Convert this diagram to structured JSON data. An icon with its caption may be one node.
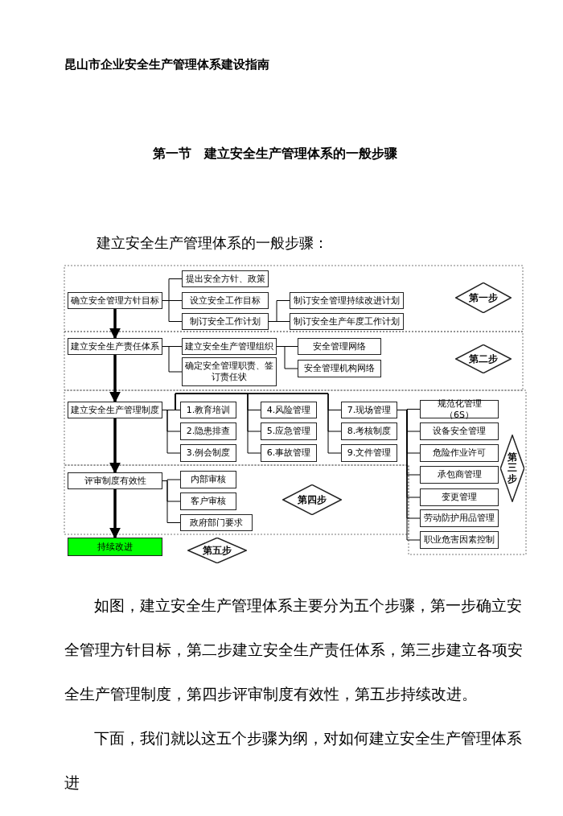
{
  "diagram": {
    "title": "昆山市企业安全生产管理体系建设指南",
    "nodes": [
      {
        "text": [
          "确立安全管理方针目标"
        ]
      },
      {
        "text": [
          "提出安全方针、政策"
        ]
      },
      {
        "text": [
          "设立安全工作目标"
        ]
      },
      {
        "text": [
          "制订安全工作计划"
        ]
      },
      {
        "text": [
          "制订安全管理持续改进计划"
        ]
      },
      {
        "text": [
          "制订安全生产年度工作计划"
        ]
      },
      {
        "text": [
          "第一步"
        ]
      },
      {
        "text": [
          "建立安全生产责任体系"
        ]
      },
      {
        "text": [
          "建立安全生产管理组织"
        ]
      },
      {
        "text": [
          "安全管理网络"
        ]
      },
      {
        "text": [
          "确定安全管理职责、签订责任状"
        ]
      },
      {
        "text": [
          "安全管理机构网络"
        ]
      },
      {
        "text": [
          "第二步"
        ]
      },
      {
        "text": [
          "建立安全生产管理制度"
        ]
      },
      {
        "text": [
          "1.教育培训"
        ]
      },
      {
        "text": [
          "4.风险管理"
        ]
      },
      {
        "text": [
          "7.现场管理"
        ]
      },
      {
        "text": [
          "规范化管理（6S）"
        ]
      },
      {
        "text": [
          "2.隐患排查"
        ]
      },
      {
        "text": [
          "5.应急管理"
        ]
      },
      {
        "text": [
          "8.考核制度"
        ]
      },
      {
        "text": [
          "设备安全管理"
        ]
      },
      {
        "text": [
          "3.例会制度"
        ]
      },
      {
        "text": [
          "6.事故管理"
        ]
      },
      {
        "text": [
          "9.文件管理"
        ]
      },
      {
        "text": [
          "危险作业许可"
        ]
      },
      {
        "text": [
          "第三步"
        ]
      },
      {
        "text": [
          "承包商管理"
        ]
      },
      {
        "text": [
          "评审制度有效性"
        ]
      },
      {
        "text": [
          "内部审核"
        ]
      },
      {
        "text": [
          "客户审核"
        ]
      },
      {
        "text": [
          "政府部门要求"
        ]
      },
      {
        "text": [
          "第四步"
        ]
      },
      {
        "text": [
          "变更管理"
        ]
      },
      {
        "text": [
          "劳动防护用品管理"
        ]
      },
      {
        "text": [
          "职业危害因素控制"
        ]
      },
      {
        "text": [
          "持续改进"
        ]
      },
      {
        "text": [
          "第五步"
        ]
      }
    ],
    "edges": [
      {
        "from": 0,
        "to": 1,
        "arrow": "none"
      },
      {
        "from": 0,
        "to": 2,
        "arrow": "none"
      },
      {
        "from": 0,
        "to": 3,
        "arrow": "none"
      },
      {
        "from": 3,
        "to": 4,
        "arrow": "none"
      },
      {
        "from": 3,
        "to": 5,
        "arrow": "none"
      },
      {
        "from": 0,
        "to": 7,
        "arrow": "to",
        "style": "thick"
      },
      {
        "from": 7,
        "to": 8,
        "arrow": "none"
      },
      {
        "from": 7,
        "to": 10,
        "arrow": "none"
      },
      {
        "from": 8,
        "to": 9,
        "arrow": "none"
      },
      {
        "from": 8,
        "to": 11,
        "arrow": "none"
      },
      {
        "from": 7,
        "to": 13,
        "arrow": "to",
        "style": "thick"
      },
      {
        "from": 13,
        "to": 14,
        "arrow": "none"
      },
      {
        "from": 13,
        "to": 18,
        "arrow": "none"
      },
      {
        "from": 13,
        "to": 22,
        "arrow": "none"
      },
      {
        "from": 13,
        "to": 15,
        "arrow": "none"
      },
      {
        "from": 13,
        "to": 19,
        "arrow": "none"
      },
      {
        "from": 13,
        "to": 23,
        "arrow": "none"
      },
      {
        "from": 13,
        "to": 16,
        "arrow": "none"
      },
      {
        "from": 13,
        "to": 20,
        "arrow": "none"
      },
      {
        "from": 13,
        "to": 24,
        "arrow": "none"
      },
      {
        "from": 16,
        "to": 17,
        "arrow": "none"
      },
      {
        "from": 16,
        "to": 21,
        "arrow": "none"
      },
      {
        "from": 16,
        "to": 25,
        "arrow": "none"
      },
      {
        "from": 16,
        "to": 27,
        "arrow": "none"
      },
      {
        "from": 16,
        "to": 33,
        "arrow": "none"
      },
      {
        "from": 16,
        "to": 34,
        "arrow": "none"
      },
      {
        "from": 16,
        "to": 35,
        "arrow": "none"
      },
      {
        "from": 13,
        "to": 28,
        "arrow": "to",
        "style": "thick"
      },
      {
        "from": 28,
        "to": 29,
        "arrow": "none"
      },
      {
        "from": 28,
        "to": 30,
        "arrow": "none"
      },
      {
        "from": 28,
        "to": 31,
        "arrow": "none"
      },
      {
        "from": 28,
        "to": 36,
        "arrow": "to",
        "style": "thick"
      }
    ],
    "labels": [
      "第一节　建立安全生产管理体系的一般步骤",
      "建立安全生产管理体系的一般步骤：",
      "如图，建立安全生产管理体系主要分为五个步骤，第一步确立安全管理方针目标，第二步建立安全生产责任体系，第三步建立各项安全生产管理制度，第四步评审制度有效性，第五步持续改进。",
      "下面，我们就以这五个步骤为纲，对如何建立安全生产管理体系进"
    ]
  }
}
